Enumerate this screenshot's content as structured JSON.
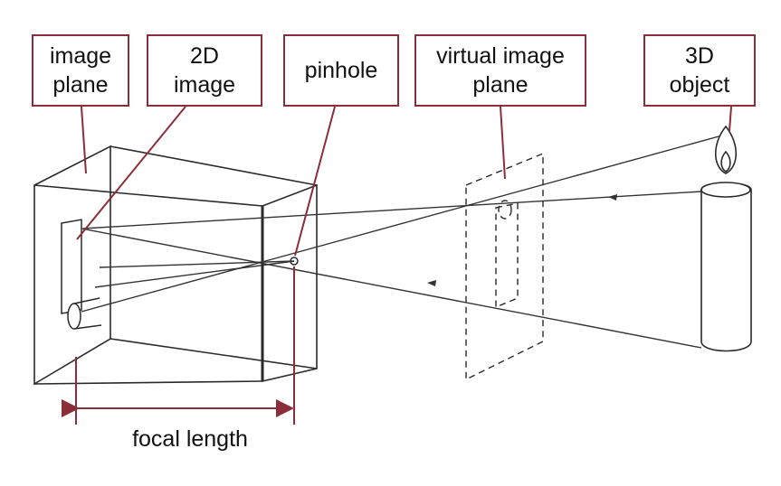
{
  "colors": {
    "label_border": "#8B2E3A",
    "dimension_line": "#8B2E3A",
    "sketch_stroke": "#2a2a2a",
    "background": "#ffffff"
  },
  "labels": {
    "image_plane": "image\nplane",
    "image_2d": "2D\nimage",
    "pinhole": "pinhole",
    "virtual_image_plane": "virtual image\nplane",
    "object_3d": "3D\nobject",
    "focal_length": "focal length"
  }
}
